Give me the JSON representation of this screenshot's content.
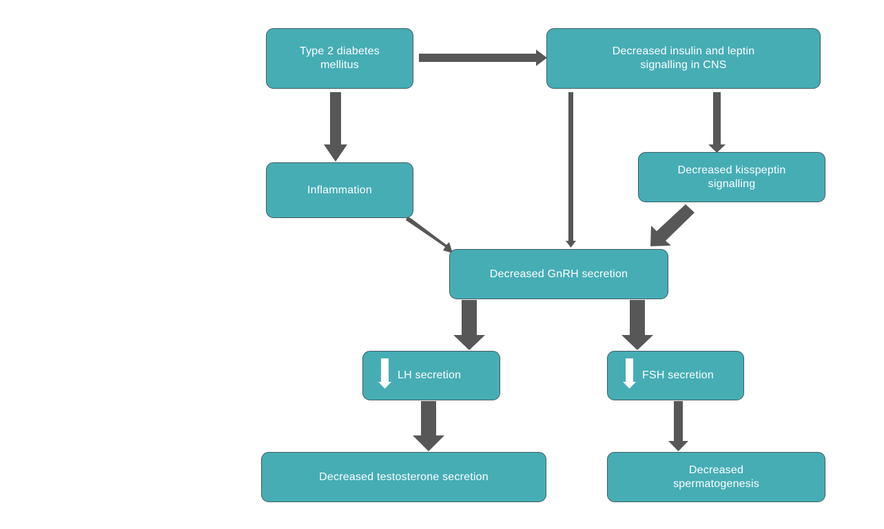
{
  "colors": {
    "node_fill": "#46adb5",
    "node_border": "#3f5b60",
    "node_text": "#ffffff",
    "arrow": "#575757"
  },
  "nodes": {
    "t2dm": "Type 2 diabetes\nmellitus",
    "insulin_leptin": "Decreased insulin and leptin\nsignalling in CNS",
    "inflammation": "Inflammation",
    "kisspeptin": "Decreased kisspeptin\nsignalling",
    "gnrh": "Decreased GnRH secretion",
    "lh": "LH secretion",
    "fsh": "FSH secretion",
    "testosterone": "Decreased testosterone secretion",
    "spermatogenesis": "Decreased\nspermatogenesis"
  },
  "icons": {
    "decrease": "down-arrow-icon"
  }
}
